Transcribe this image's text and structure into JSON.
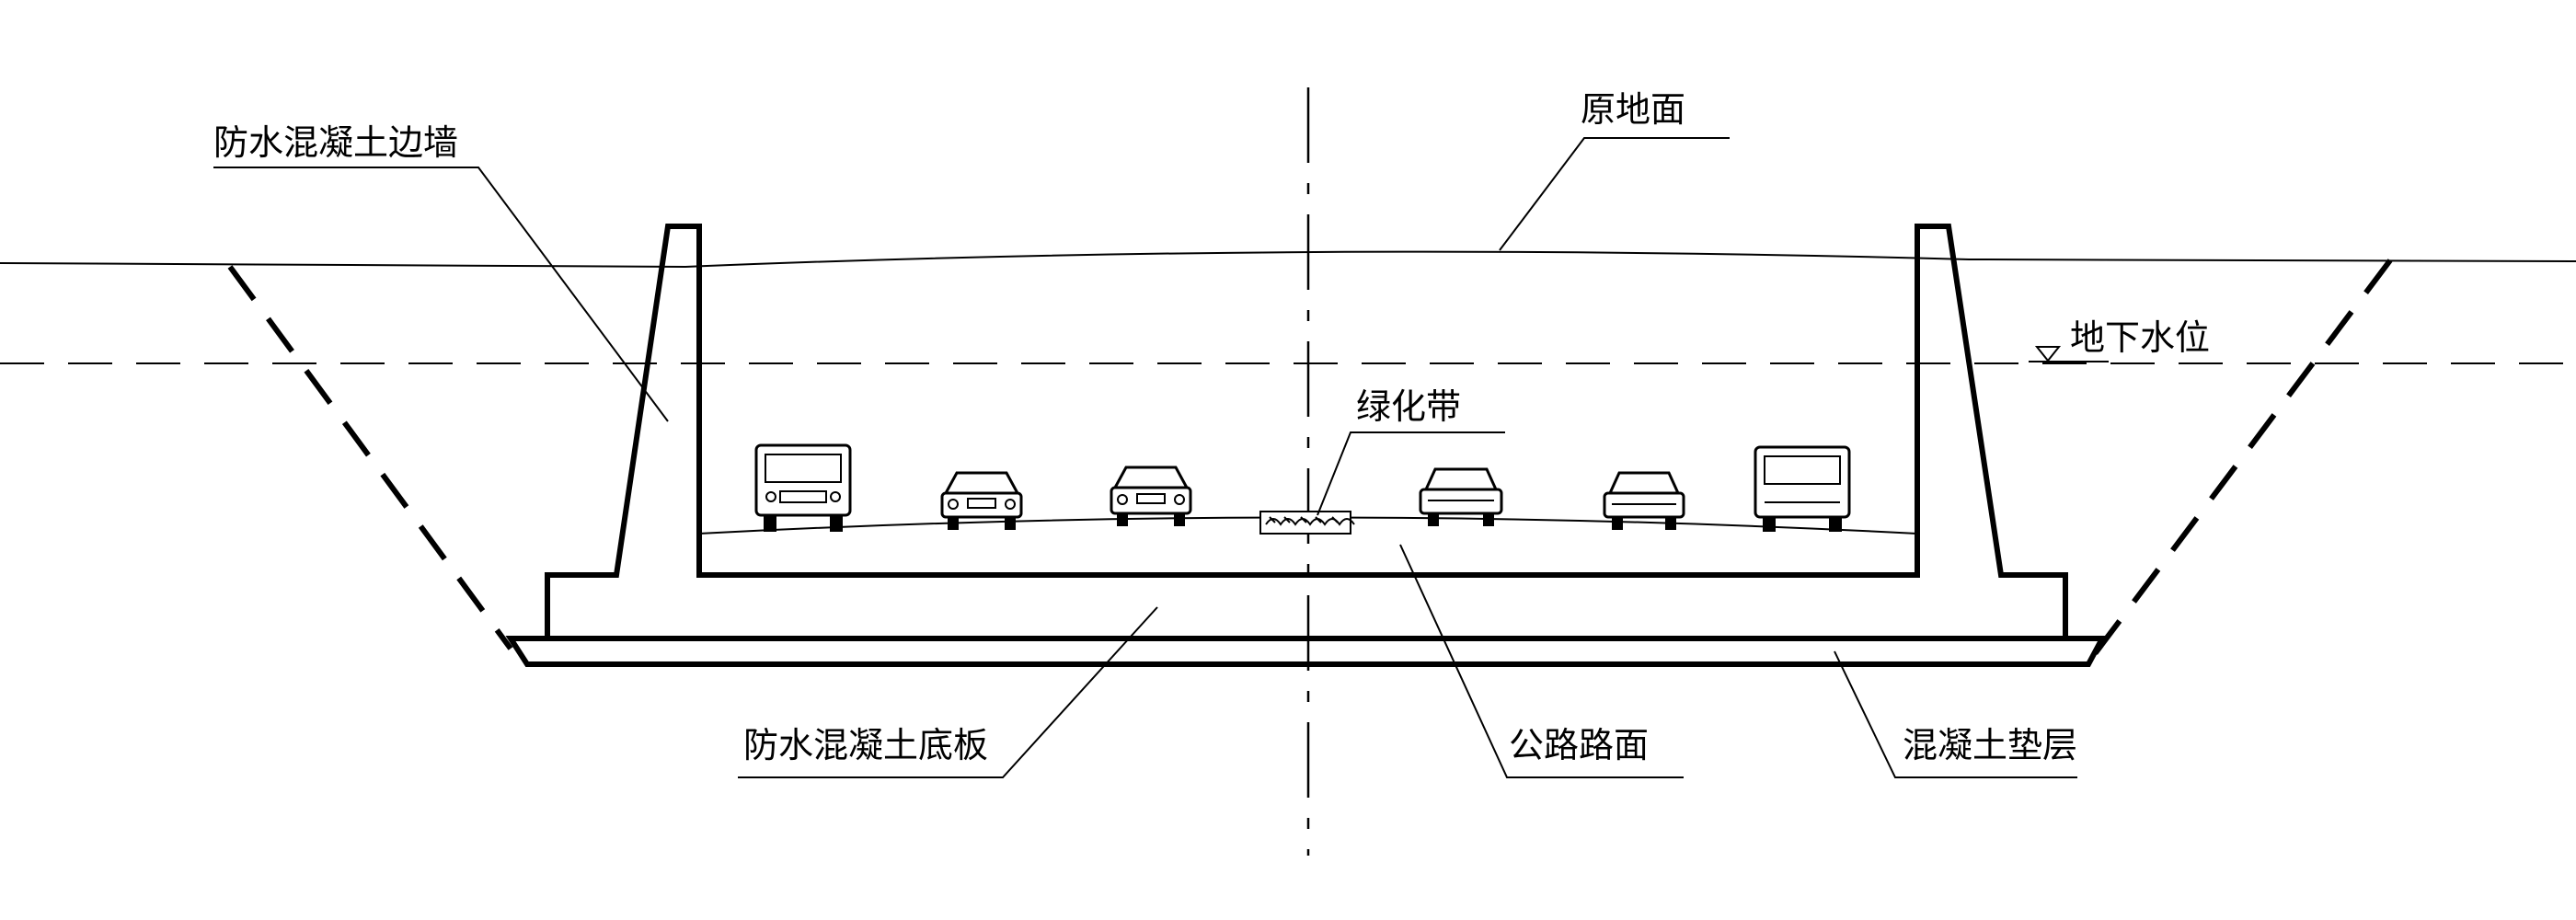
{
  "labels": {
    "side_wall": "防水混凝土边墙",
    "original_ground": "原地面",
    "groundwater_level": "地下水位",
    "green_belt": "绿化带",
    "base_slab": "防水混凝土底板",
    "road_surface": "公路路面",
    "cushion_layer": "混凝土垫层"
  },
  "colors": {
    "line": "#000000",
    "background": "#ffffff"
  }
}
